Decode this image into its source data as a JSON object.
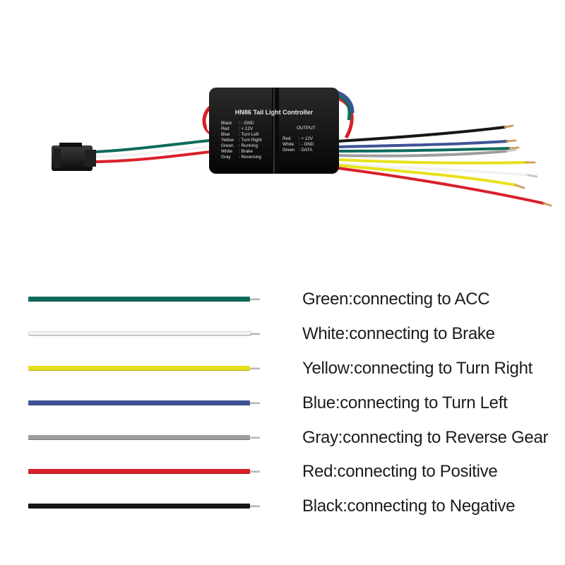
{
  "controller": {
    "title": "HN86 Tail Light Controller",
    "inputs": [
      {
        "wire": "Black",
        "function": ": - GND"
      },
      {
        "wire": "Red",
        "function": ": + 12V"
      },
      {
        "wire": "Blue",
        "function": ": Turn Left"
      },
      {
        "wire": "Yellow",
        "function": ": Turn Right"
      },
      {
        "wire": "Green",
        "function": ": Running"
      },
      {
        "wire": "White",
        "function": ": Brake"
      },
      {
        "wire": "Gray",
        "function": ": Reversing"
      }
    ],
    "output_heading": "OUTPUT",
    "outputs": [
      {
        "wire": "Red",
        "function": ": + 12V"
      },
      {
        "wire": "White",
        "function": ": - GND"
      },
      {
        "wire": "Green",
        "function": ": DATA"
      }
    ]
  },
  "legend": [
    {
      "label": "Green:connecting to ACC",
      "color": "#0d6b5c"
    },
    {
      "label": "White:connecting to Brake",
      "color": "#f5f5f5"
    },
    {
      "label": "Yellow:connecting to Turn Right",
      "color": "#e7e21c"
    },
    {
      "label": "Blue:connecting to Turn Left",
      "color": "#3e5496"
    },
    {
      "label": "Gray:connecting to Reverse Gear",
      "color": "#9e9e9e"
    },
    {
      "label": "Red:connecting to Positive",
      "color": "#d9202a"
    },
    {
      "label": "Black:connecting to Negative",
      "color": "#161616"
    }
  ]
}
